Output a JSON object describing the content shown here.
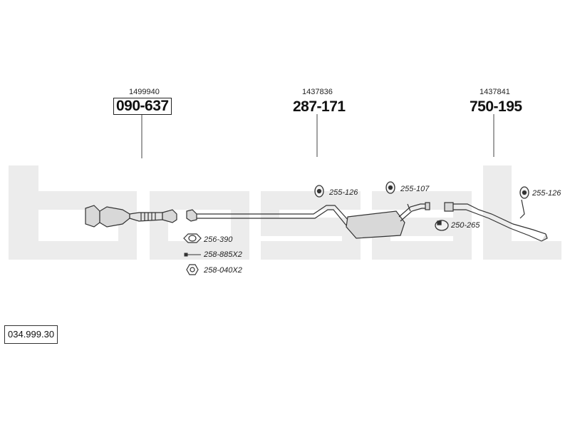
{
  "diagram": {
    "code": "034.999.30",
    "watermark_text": "bosal",
    "colors": {
      "watermark": "#ececec",
      "line": "#333333",
      "part_fill": "#d8d8d8"
    },
    "assemblies": [
      {
        "id": "front",
        "ref_small": "1499940",
        "ref_big": "090-637",
        "boxed": true
      },
      {
        "id": "middle",
        "ref_small": "1437836",
        "ref_big": "287-171",
        "boxed": false
      },
      {
        "id": "rear",
        "ref_small": "1437841",
        "ref_big": "750-195",
        "boxed": false
      }
    ],
    "parts": {
      "clamp_front": "255-126",
      "clamp_middle": "255-107",
      "clamp_rear": "255-126",
      "gasket": "256-390",
      "bolt": "258-885X2",
      "nut": "258-040X2",
      "clamp_joint": "250-265"
    }
  }
}
